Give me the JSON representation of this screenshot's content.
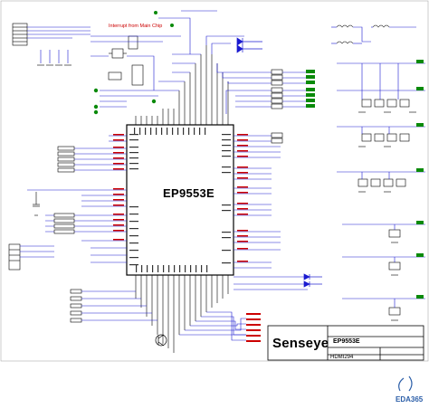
{
  "diagram": {
    "chip_name": "EP9553E",
    "header_note": "Interrupt from Main Chip",
    "brand": "Senseye",
    "titleblock_doc": "EP9553E",
    "titleblock_part": "HDMI294",
    "watermark": "EDA365",
    "colors": {
      "wire": "#1a1ad0",
      "pin_text": "#cc0000",
      "component": "#000000",
      "net_green": "#0a8a0a",
      "background": "#ffffff"
    }
  }
}
